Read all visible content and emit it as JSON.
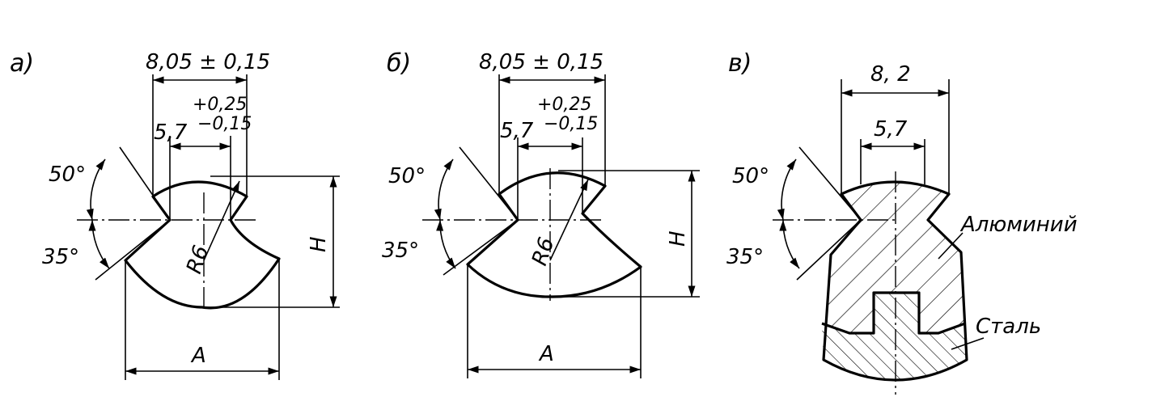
{
  "figure_a": {
    "label": "а)",
    "dim_top": "8,05 ± 0,15",
    "tol_plus": "+0,25",
    "dim_inner": "5,7",
    "tol_minus": "−0,15",
    "angle_upper": "50°",
    "angle_lower": "35°",
    "radius": "R6",
    "height": "H",
    "width": "A"
  },
  "figure_b": {
    "label": "б)",
    "dim_top": "8,05 ± 0,15",
    "tol_plus": "+0,25",
    "dim_inner": "5,7",
    "tol_minus": "−0,15",
    "angle_upper": "50°",
    "angle_lower": "35°",
    "radius": "R6",
    "height": "H",
    "width": "A"
  },
  "figure_c": {
    "label": "в)",
    "dim_top": "8, 2",
    "dim_inner": "5,7",
    "angle_upper": "50°",
    "angle_lower": "35°",
    "material_1": "Алюминий",
    "material_2": "Сталь"
  }
}
